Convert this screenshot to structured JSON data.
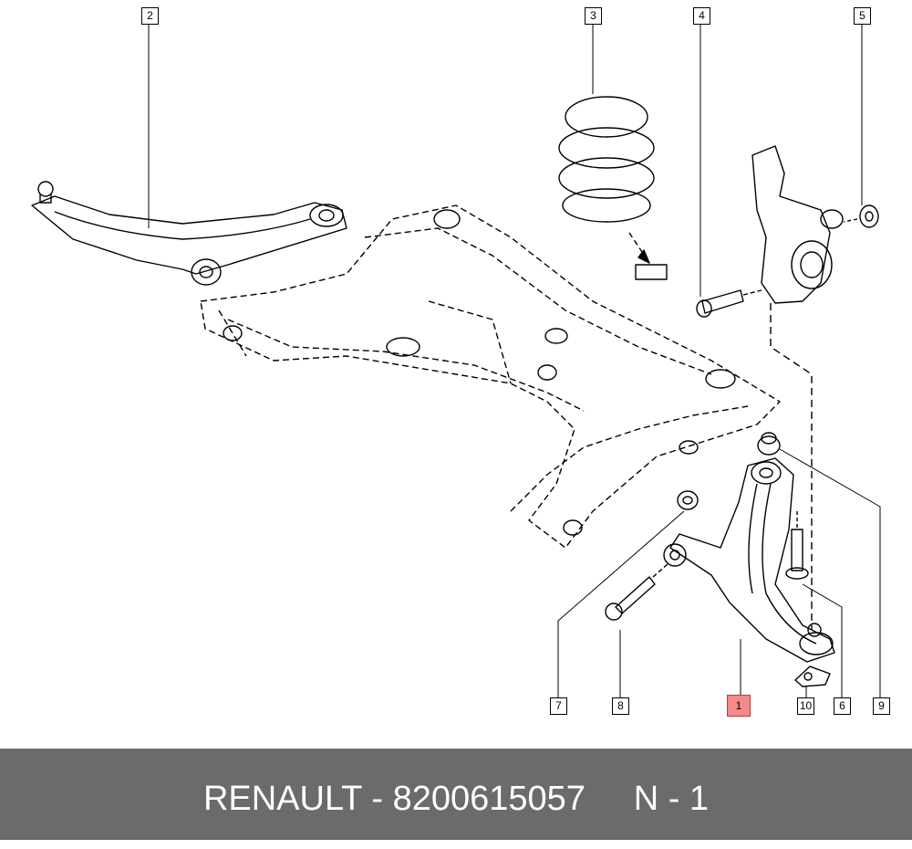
{
  "callouts": [
    {
      "number": "1",
      "highlighted": true
    },
    {
      "number": "2"
    },
    {
      "number": "3"
    },
    {
      "number": "4"
    },
    {
      "number": "5"
    },
    {
      "number": "6"
    },
    {
      "number": "7"
    },
    {
      "number": "8"
    },
    {
      "number": "9"
    },
    {
      "number": "10"
    }
  ],
  "footer": {
    "brand": "RENAULT",
    "part_number": "8200615057",
    "position": "N - 1",
    "text": "RENAULT - 8200615057     N - 1"
  },
  "colors": {
    "highlight": "#f48a8a",
    "footer_bg": "#6b6b6b",
    "footer_text": "#ffffff"
  }
}
